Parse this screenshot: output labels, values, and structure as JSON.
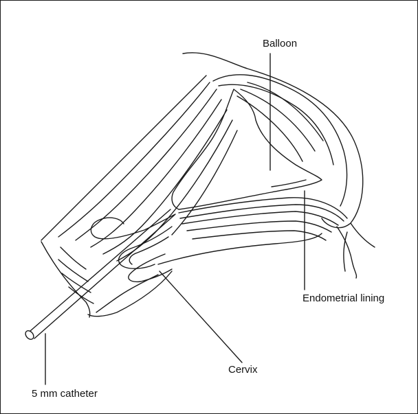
{
  "labels": {
    "balloon": "Balloon",
    "endometrial_lining": "Endometrial lining",
    "cervix": "Cervix",
    "catheter": "5 mm catheter"
  },
  "colors": {
    "line": "#1a1a1a",
    "background": "#ffffff"
  }
}
